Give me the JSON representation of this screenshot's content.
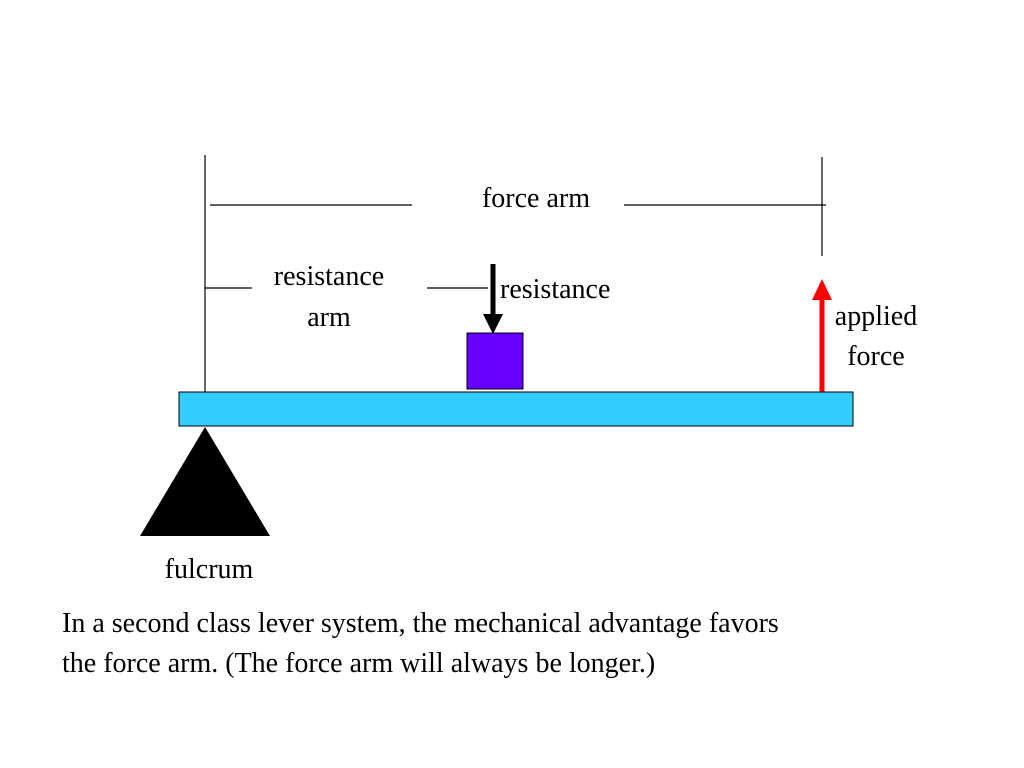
{
  "labels": {
    "force_arm": "force arm",
    "resistance_arm_line1": "resistance",
    "resistance_arm_line2": "arm",
    "resistance": "resistance",
    "applied_force_line1": "applied",
    "applied_force_line2": "force",
    "fulcrum": "fulcrum"
  },
  "caption": {
    "line1": "In a second class lever system, the mechanical advantage favors",
    "line2": "the force arm. (The force arm will always be longer.)"
  },
  "colors": {
    "lever_bar": "#33ccff",
    "resistance_block": "#6600ff",
    "resistance_arrow": "#000000",
    "applied_force_arrow": "#ff0000",
    "fulcrum": "#000000",
    "lines": "#000000"
  }
}
